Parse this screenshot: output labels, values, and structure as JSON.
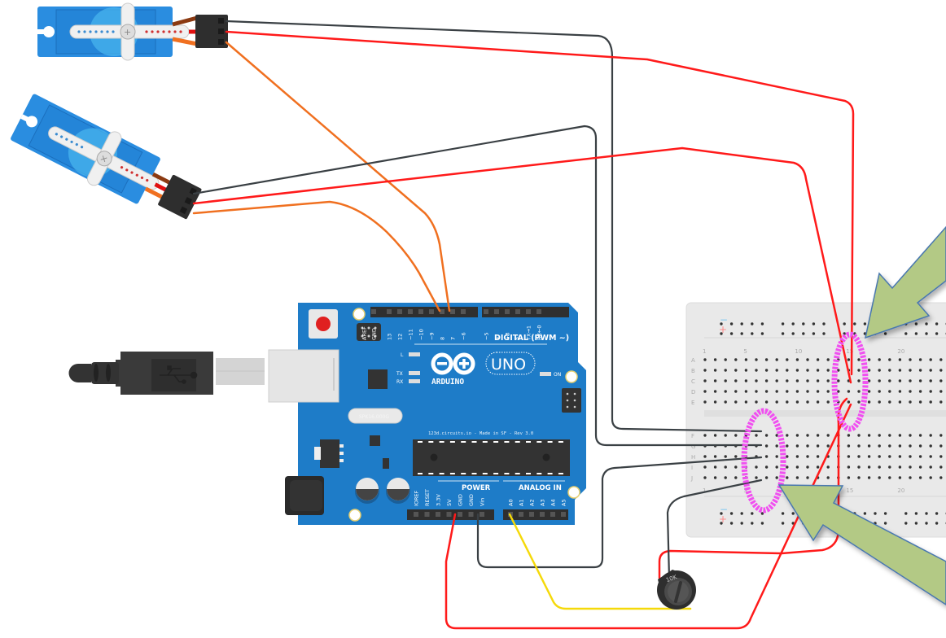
{
  "scene": {
    "title": "Arduino Uno dual servo circuit with potentiometer",
    "colors": {
      "wire_red": "#ff1a1a",
      "wire_black": "#3a4044",
      "wire_orange": "#f07020",
      "wire_yellow": "#f5d90a",
      "board_blue": "#1e7cc8",
      "highlight_magenta": "#f050f0",
      "arrow_fill": "#b3c985",
      "arrow_stroke": "#4a78b0",
      "breadboard": "#e9e9e9",
      "servo_blue": "#2a8de0"
    }
  },
  "arduino": {
    "brand": "ARDUINO",
    "model": "UNO",
    "digital_header_label": "DIGITAL (PWM ~)",
    "digital_pins": [
      "AREF",
      "GND",
      "13",
      "12",
      "~11",
      "~10",
      "~9",
      "8",
      "7",
      "~6",
      "~5",
      "4",
      "~3",
      "2",
      "TX→1",
      "RX←0"
    ],
    "power_header_label": "POWER",
    "power_pins": [
      "IOREF",
      "RESET",
      "3.3V",
      "5V",
      "GND",
      "GND",
      "Vin"
    ],
    "analog_header_label": "ANALOG IN",
    "analog_pins": [
      "A0",
      "A1",
      "A2",
      "A3",
      "A4",
      "A5"
    ],
    "led_labels": [
      "L",
      "TX",
      "RX",
      "ON"
    ],
    "footer_text": "123d.circuits.io - Made in SF - Rev 3.0",
    "crystal_text": "SPK16.000G"
  },
  "breadboard": {
    "rail_minus": "−",
    "rail_plus": "+",
    "rows_top": [
      "A",
      "B",
      "C",
      "D",
      "E"
    ],
    "rows_bottom": [
      "F",
      "G",
      "H",
      "I",
      "J"
    ],
    "column_numbers": [
      "1",
      "5",
      "10",
      "15",
      "20"
    ]
  },
  "potentiometer": {
    "label": "10K"
  },
  "components": {
    "servo_1": "servo-top",
    "servo_2": "servo-tilted",
    "usb": "usb-b-cable"
  }
}
